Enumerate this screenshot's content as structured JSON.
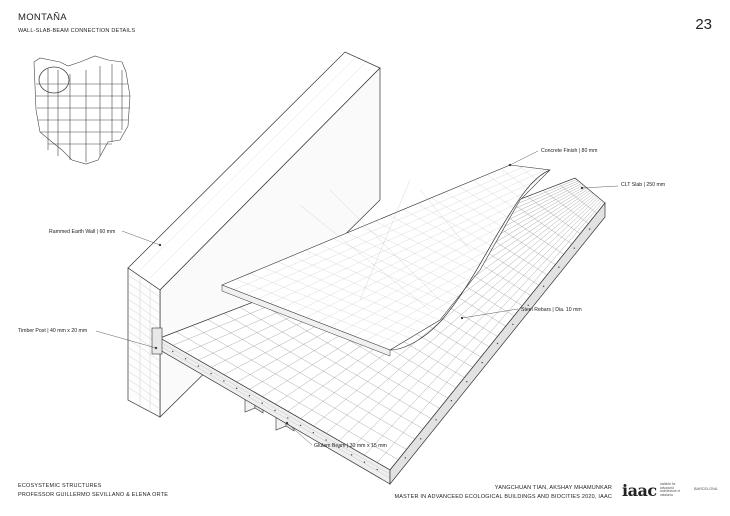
{
  "header": {
    "title": "MONTAÑA",
    "subtitle": "WALL-SLAB-BEAM CONNECTION DETAILS",
    "page_number": "23"
  },
  "labels": {
    "concrete": "Concrete Finish | 80 mm",
    "clt": "CLT Slab | 250 mm",
    "wall": "Rammed Earth Wall | 60 mm",
    "rebar": "Steel Rebars | Dia. 10 mm",
    "post": "Timber Post | 40 mm x 20 mm",
    "beam": "Glulam Beam | 30 mm x 15 mm"
  },
  "footer": {
    "left_line1": "ECOSYSTEMIC STRUCTURES",
    "left_line2": "PROFESSOR GUILLERMO SEVILLANO & ELENA ORTE",
    "right_line1": "YANGCHUAN TIAN, AKSHAY MHAMUNKAR",
    "right_line2": "MASTER IN ADVANCEED ECOLOGICAL BUILDINGS AND BIOCITIES 2020, IAAC",
    "logo": "iaac",
    "logo_text": "institute for advanced architecture of catalonia",
    "logo_city": "BARCELONA"
  }
}
